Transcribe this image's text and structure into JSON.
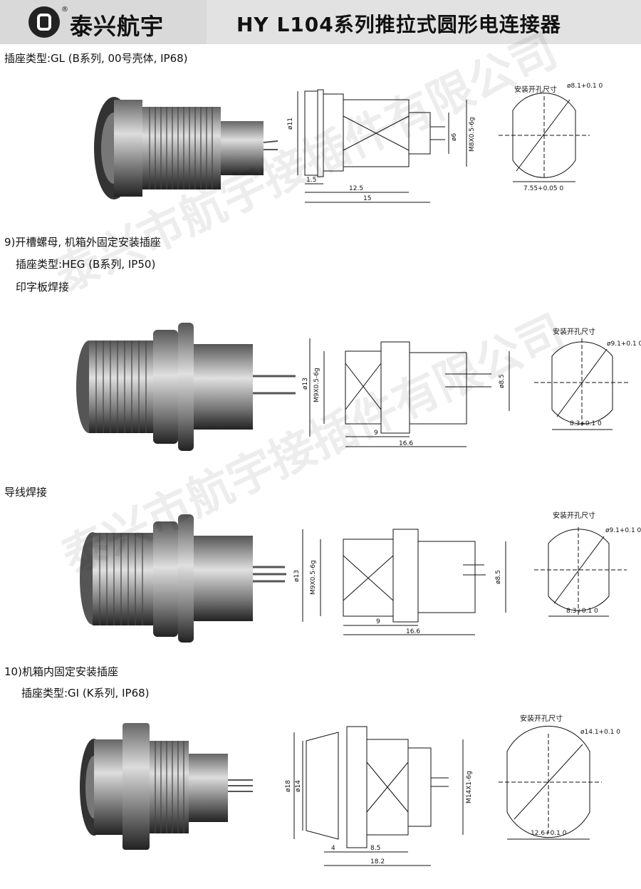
{
  "header": {
    "brand": "泰兴航宇",
    "title": "HY L104系列推拉式圆形电连接器"
  },
  "sections": [
    {
      "lines": [
        "插座类型:GL (B系列, 00号壳体, IP68)"
      ],
      "drawing": {
        "dims": [
          "ø11",
          "1.5",
          "12.5",
          "15",
          "ø6",
          "M8X0.5-6g"
        ],
        "cutout_title": "安装开孔尺寸",
        "cutout_dims": [
          "ø8.1+0.1 0",
          "7.55+0.05 0"
        ]
      }
    },
    {
      "lines": [
        "9)开槽螺母, 机箱外固定安装插座",
        "插座类型:HEG (B系列, IP50)",
        "印字板焊接"
      ],
      "drawing": {
        "dims": [
          "M9X0.5-6g",
          "ø13",
          "9",
          "16.6",
          "ø8.5"
        ],
        "cutout_title": "安装开孔尺寸",
        "cutout_dims": [
          "ø9.1+0.1 0",
          "8.3+0.1 0"
        ]
      }
    },
    {
      "lines": [
        "导线焊接"
      ],
      "drawing": {
        "dims": [
          "M9X0.5-6g",
          "ø13",
          "9",
          "16.6",
          "ø8.5"
        ],
        "cutout_title": "安装开孔尺寸",
        "cutout_dims": [
          "ø9.1+0.1 0",
          "8.3+0.1 0"
        ]
      }
    },
    {
      "lines": [
        "10)机箱内固定安装插座",
        "插座类型:GI (K系列, IP68)"
      ],
      "drawing": {
        "dims": [
          "ø18",
          "ø14",
          "4",
          "8.5",
          "18.2",
          "M14X1-6g"
        ],
        "cutout_title": "安装开孔尺寸",
        "cutout_dims": [
          "ø14.1+0.1 0",
          "12.6+0.1 0"
        ]
      }
    }
  ],
  "watermark": "泰兴市航宇接插件有限公司"
}
